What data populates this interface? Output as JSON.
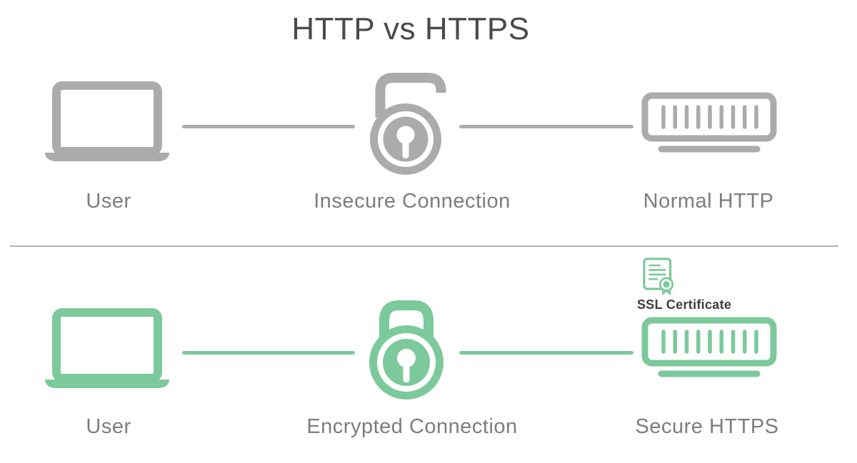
{
  "title": "HTTP vs HTTPS",
  "colors": {
    "insecure_gray": "#ababab",
    "secure_green": "#7cc99b",
    "label_text": "#7d7d7d",
    "title_text": "#4a4a4a",
    "certificate_label_text": "#3c3c3c",
    "divider": "#b5b5b5",
    "background": "#ffffff"
  },
  "icons": {
    "user": "laptop-icon",
    "insecure_connection": "unlocked-padlock-icon",
    "encrypted_connection": "locked-padlock-icon",
    "http_server": "server-icon",
    "https_server": "server-icon",
    "ssl_certificate": "certificate-icon"
  },
  "http_row": {
    "user_label": "User",
    "connection_label": "Insecure Connection",
    "server_label": "Normal HTTP"
  },
  "https_row": {
    "user_label": "User",
    "connection_label": "Encrypted Connection",
    "server_label": "Secure HTTPS",
    "certificate_label": "SSL Certificate"
  }
}
